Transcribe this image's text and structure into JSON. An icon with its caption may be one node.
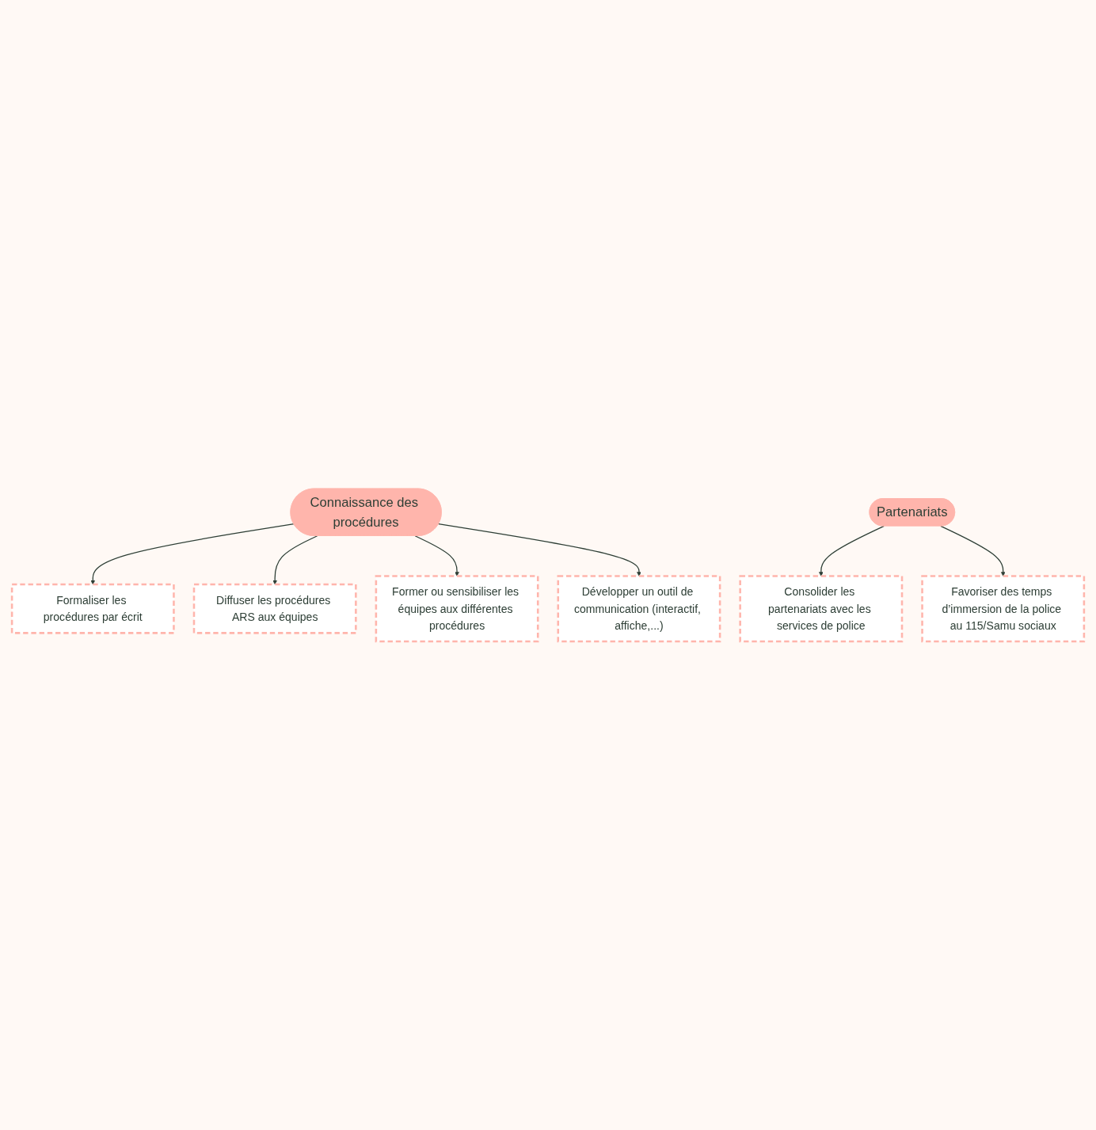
{
  "diagram": {
    "nodes": [
      {
        "text": [
          "Connaissance des procédures"
        ]
      },
      {
        "text": [
          "Formaliser les procédures par écrit"
        ]
      },
      {
        "text": [
          "Diffuser les procédures ARS aux équipes"
        ]
      },
      {
        "text": [
          "Former ou sensibiliser les équipes aux différentes procédures"
        ]
      },
      {
        "text": [
          "Développer un outil de communication (interactif, affiche,...)"
        ]
      },
      {
        "text": [
          "Partenariats"
        ]
      },
      {
        "text": [
          "Consolider les partenariats avec les services de police"
        ]
      },
      {
        "text": [
          "Favoriser des temps d’immersion de la police au 115/Samu sociaux"
        ]
      }
    ],
    "edges": [
      {
        "from": 0,
        "to": 1,
        "arrow": "to"
      },
      {
        "from": 0,
        "to": 2,
        "arrow": "to"
      },
      {
        "from": 0,
        "to": 3,
        "arrow": "to"
      },
      {
        "from": 0,
        "to": 4,
        "arrow": "to"
      },
      {
        "from": 5,
        "to": 6,
        "arrow": "to"
      },
      {
        "from": 5,
        "to": 7,
        "arrow": "to"
      }
    ]
  }
}
